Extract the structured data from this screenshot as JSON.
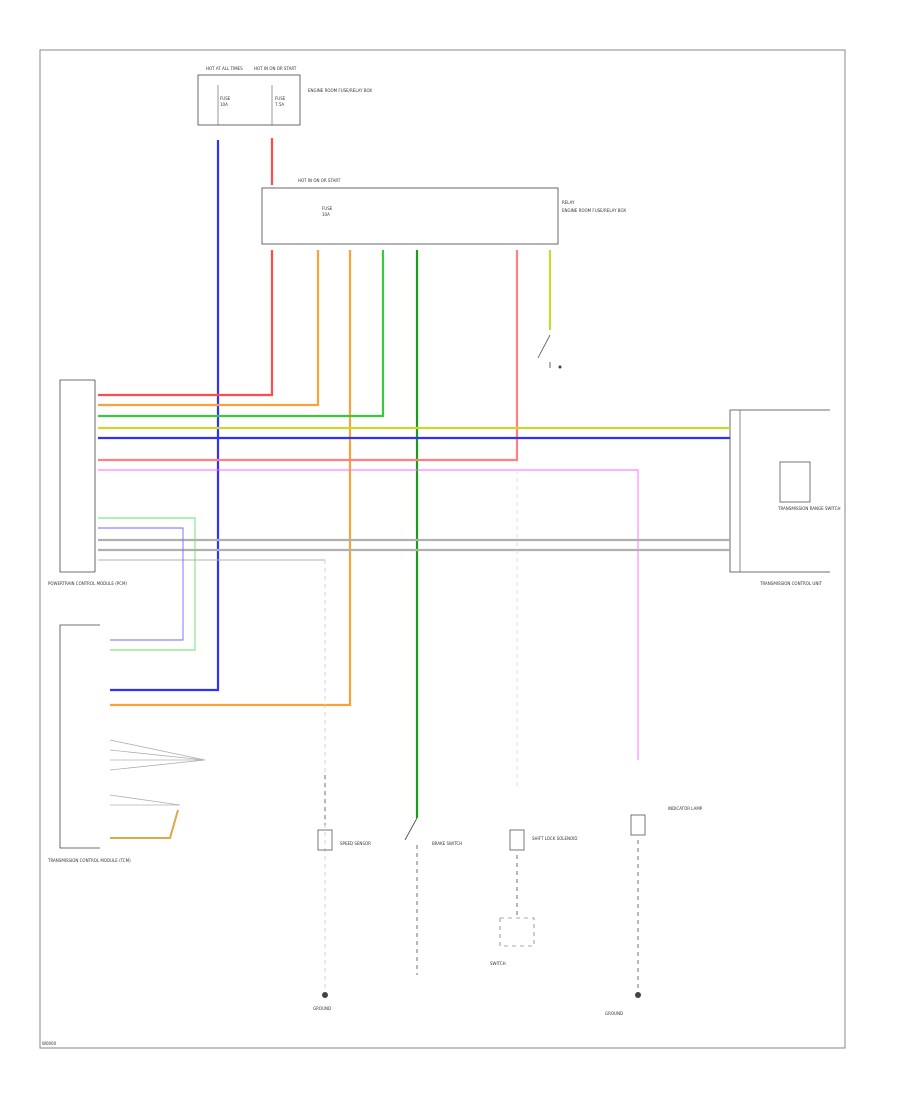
{
  "diagram": {
    "page_label": "W0000",
    "components": {
      "fuse_block": [
        "HOT AT ALL TIMES",
        "HOT IN ON OR START",
        "FUSE",
        "10A",
        "7.5A",
        "ENGINE ROOM FUSE/RELAY BOX"
      ],
      "relay": [
        "RELAY",
        "ENGINE ROOM FUSE/RELAY BOX"
      ],
      "pcm": [
        "POWERTRAIN CONTROL MODULE (PCM)"
      ],
      "tcm": [
        "TRANSMISSION CONTROL MODULE (TCM)"
      ],
      "trans_unit": [
        "TRANSMISSION RANGE SWITCH",
        "TRANSMISSION CONTROL UNIT"
      ],
      "solenoid": [
        "SHIFT LOCK SOLENOID"
      ],
      "sensor": [
        "SPEED SENSOR"
      ],
      "brake": [
        "BRAKE SWITCH"
      ],
      "lamp": [
        "INDICATOR LAMP"
      ],
      "switch": [
        "SWITCH"
      ],
      "ground": [
        "GROUND"
      ]
    }
  },
  "colors": {
    "red": "#ff4d4d",
    "orange": "#f7a23a",
    "green": "#3cc83c",
    "dark_green": "#1a9e1a",
    "blue": "#3030ff",
    "yellow_green": "#c8d830",
    "pink": "#ff66ff",
    "light_red": "#ff8080",
    "gray": "#b0b0b0",
    "tan": "#d9a94a",
    "light_blue": "#6a6aff",
    "light_green": "#66e066"
  }
}
